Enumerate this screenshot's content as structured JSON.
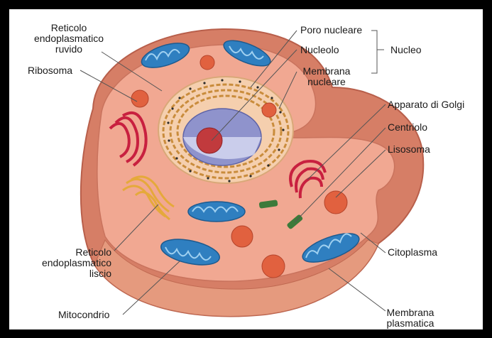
{
  "labels": {
    "rer": "Reticolo\nendoplasmatico\nruvido",
    "ribosoma": "Ribosoma",
    "poro": "Poro nucleare",
    "nucleolo": "Nucleolo",
    "membrana_nucleare": "Membrana\nnucleare",
    "nucleo": "Nucleo",
    "golgi": "Apparato di Golgi",
    "centriolo": "Centriolo",
    "lisosoma": "Lisosoma",
    "citoplasma": "Citoplasma",
    "rel": "Reticolo\nendoplasmatico\nliscio",
    "mitocondrio": "Mitocondrio",
    "membrana_plasmatica": "Membrana\nplasmatica"
  },
  "colors": {
    "cell_outer": "#d9826a",
    "cytoplasm": "#f0a58f",
    "nucleus_env": "#f6c9a0",
    "nucleus_in": "#8a8fc9",
    "nucleolus": "#c0353a",
    "mito_fill": "#2f7fc0",
    "golgi": "#c8203f",
    "lysosome": "#e0603e",
    "er_smooth": "#e8b040"
  }
}
